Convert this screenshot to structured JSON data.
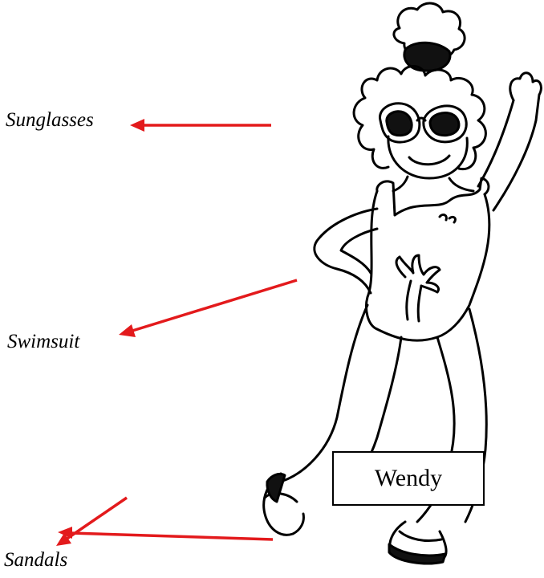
{
  "labels": {
    "sunglasses": "Sunglasses",
    "swimsuit": "Swimsuit",
    "sandals": "Sandals"
  },
  "name_tag": "Wendy",
  "colors": {
    "arrow": "#e31a1c",
    "outline": "#000000",
    "background": "#ffffff"
  }
}
